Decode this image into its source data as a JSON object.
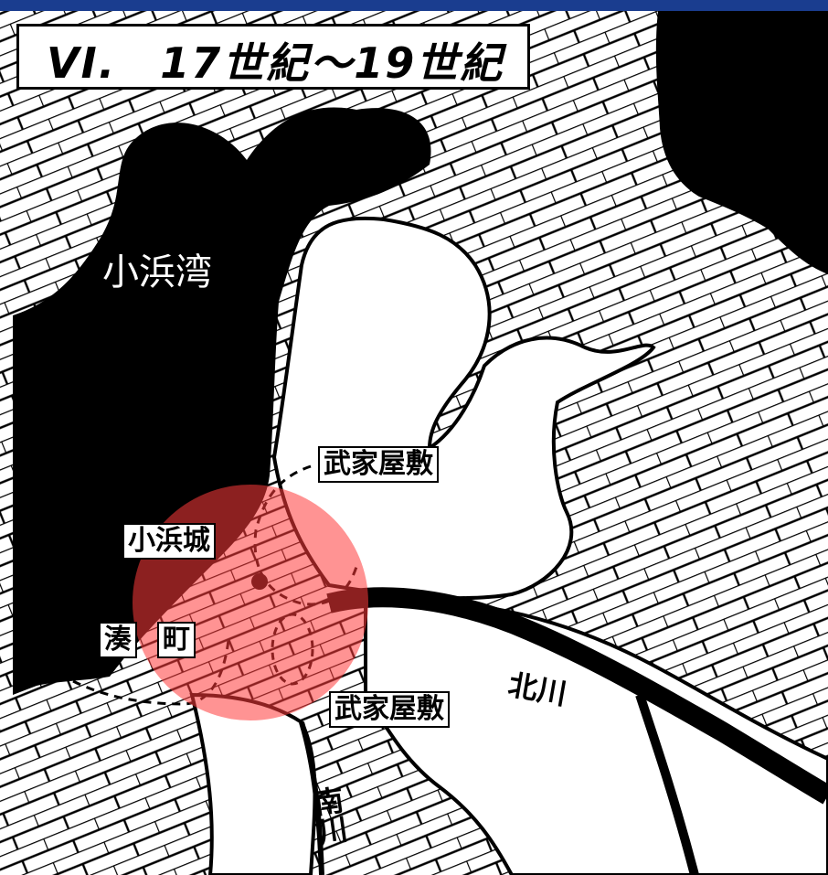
{
  "title": "VI.　17世紀〜19世紀",
  "labels": {
    "bay": "小浜湾",
    "samurai_north": "武家屋敷",
    "castle": "小浜城",
    "port_town_1": "湊",
    "port_town_2": "町",
    "samurai_south": "武家屋敷",
    "kita_river": "北川",
    "minami_river": "南川"
  },
  "colors": {
    "header_bar": "#1a3d8f",
    "sea": "#000000",
    "land": "#ffffff",
    "highlight": "#ff3b3b"
  },
  "icons": [
    "brick-pattern-land",
    "castle-dot-icon"
  ]
}
